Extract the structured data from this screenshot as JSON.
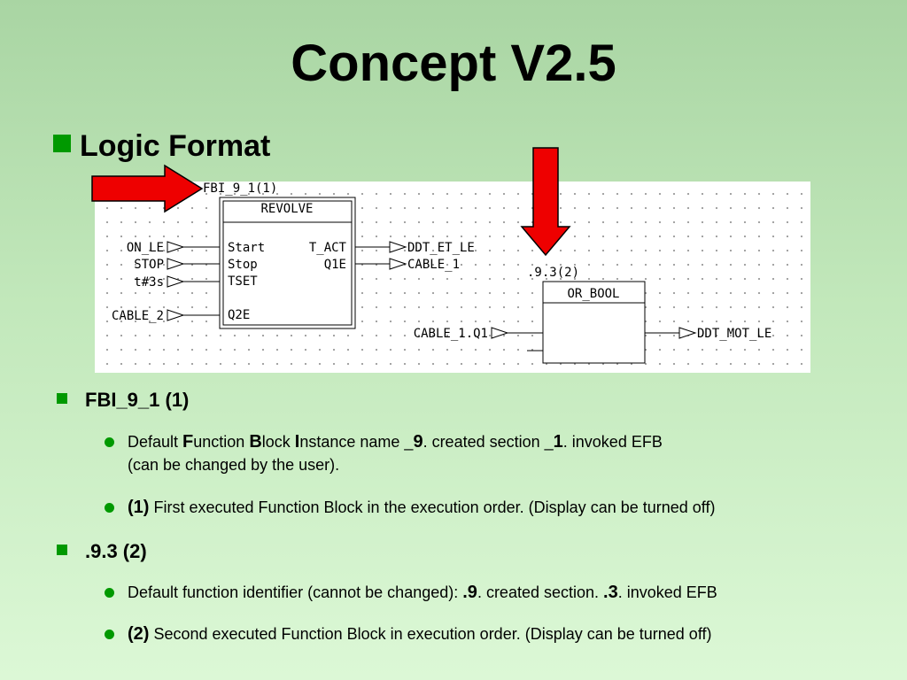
{
  "title": "Concept V2.5",
  "subtitle": "Logic Format",
  "diagram": {
    "fb1": {
      "instance": "FBI_9_1(1)",
      "type": "REVOLVE",
      "inputs": [
        "Start",
        "Stop",
        "TSET",
        "Q2E"
      ],
      "outputs": [
        "T_ACT",
        "Q1E"
      ]
    },
    "fb1_input_vars": [
      "ON_LE",
      "STOP",
      "t#3s",
      "CABLE_2"
    ],
    "fb1_output_vars": [
      "DDT_ET_LE",
      "CABLE_1"
    ],
    "fb2": {
      "instance": ".9.3(2)",
      "type": "OR_BOOL"
    },
    "fb2_input_var": "CABLE_1.Q1",
    "fb2_output_var": "DDT_MOT_LE"
  },
  "colors": {
    "bullet": "#009900",
    "arrow": "#ee0000"
  },
  "sections": [
    {
      "heading": "FBI_9_1 (1)",
      "items": [
        {
          "parts": [
            "Default ",
            "F",
            "unction ",
            "B",
            "lock ",
            "I",
            "nstance name _",
            "9",
            ". created section _",
            "1",
            ". invoked EFB"
          ],
          "line2": "(can be changed by the user)."
        },
        {
          "bold": "(1)",
          "text": " First executed Function Block in the execution order. (Display can be turned off)"
        }
      ]
    },
    {
      "heading": ".9.3 (2)",
      "items": [
        {
          "parts": [
            "Default function identifier (cannot be changed): ",
            ".9",
            ". created section. ",
            ".3",
            ". invoked EFB"
          ]
        },
        {
          "bold": "(2)",
          "text": " Second executed Function Block in execution order. (Display can be turned off)"
        }
      ]
    }
  ]
}
